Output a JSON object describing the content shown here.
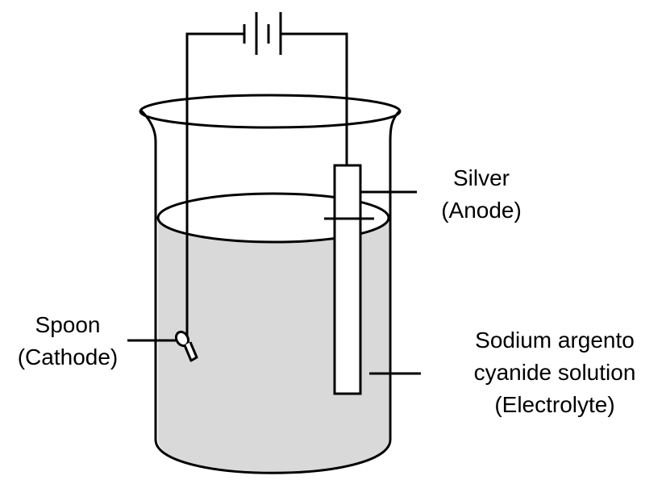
{
  "labels": {
    "anode_name": "Silver",
    "anode_role": "(Anode)",
    "cathode_name": "Spoon",
    "cathode_role": "(Cathode)",
    "electrolyte_line1": "Sodium argento",
    "electrolyte_line2": "cyanide solution",
    "electrolyte_line3": "(Electrolyte)"
  },
  "colors": {
    "stroke": "#000000",
    "solution": "#d9d9d9",
    "background": "#ffffff"
  }
}
